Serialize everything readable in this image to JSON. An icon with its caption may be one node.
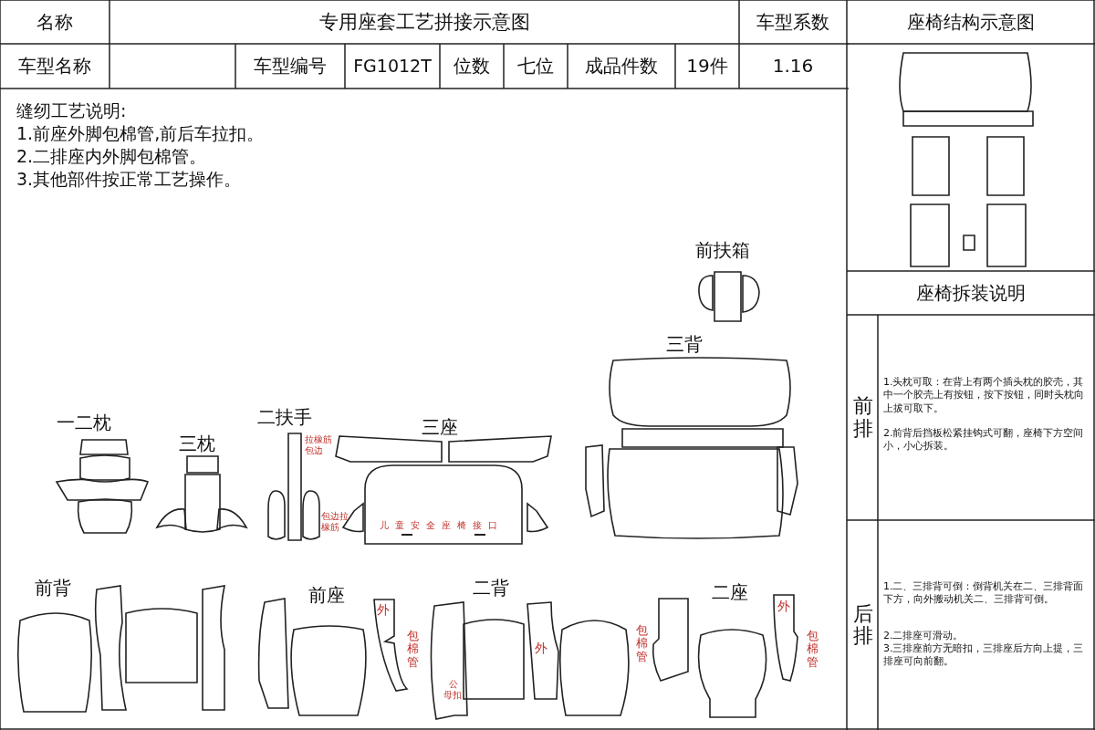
{
  "diagram": {
    "title": "专用座套工艺拼接示意图",
    "labels": [
      "名称",
      "车型系数",
      "座椅结构示意图",
      "车型名称",
      "车型编号",
      "FG1012T",
      "位数",
      "七位",
      "成品件数",
      "19件",
      "1.16",
      "缝纫工艺说明:",
      "1.前座外脚包棉管,前后车拉扣。",
      "2.二排座内外脚包棉管。",
      "3.其他部件按正常工艺操作。",
      "座椅拆装说明",
      "前排",
      "1.头枕可取：在背上有两个插头枕的胶壳，其中一个胶壳上有按钮，按下按钮，同时头枕向上拔可取下。",
      "2.前背后挡板松紧挂钩式可翻，座椅下方空间小，小心拆装。",
      "后排",
      "1.二、三排背可倒：倒背机关在二、三排背面下方，向外搬动机关二、三排背可倒。",
      "2.二排座可滑动。",
      "3.三排座前方无暗扣，三排座后方向上提，三排座可向前翻。",
      "前扶箱",
      "三背",
      "一二枕",
      "三枕",
      "二扶手",
      "拉橡筋包边",
      "三座",
      "包边拉橡筋",
      "儿童安全座椅接口",
      "前背",
      "前座",
      "外",
      "包棉管",
      "二背",
      "公",
      "母扣",
      "外",
      "二座",
      "外",
      "包棉管",
      "包棉管"
    ]
  }
}
